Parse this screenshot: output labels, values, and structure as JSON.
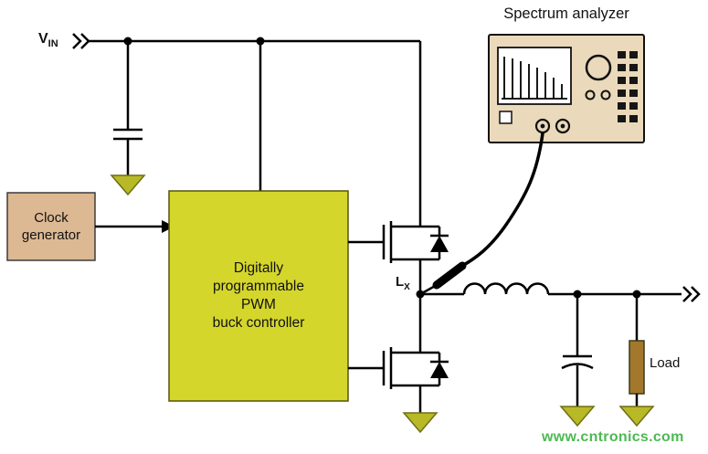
{
  "labels": {
    "vin_main": "V",
    "vin_sub": "IN",
    "lx_main": "L",
    "lx_sub": "X",
    "clock_generator": "Clock\ngenerator",
    "pwm_controller": "Digitally\nprogrammable\nPWM\nbuck controller",
    "spectrum_analyzer": "Spectrum analyzer",
    "load": "Load",
    "watermark": "www.cntronics.com"
  },
  "colors": {
    "pwm_box": "#d4d62c",
    "clock_box": "#dcb893",
    "analyzer_body": "#ead9ba",
    "ground": "#b8b926",
    "load_resistor": "#a3782c",
    "wire": "#000000",
    "watermark": "#44b64a"
  }
}
